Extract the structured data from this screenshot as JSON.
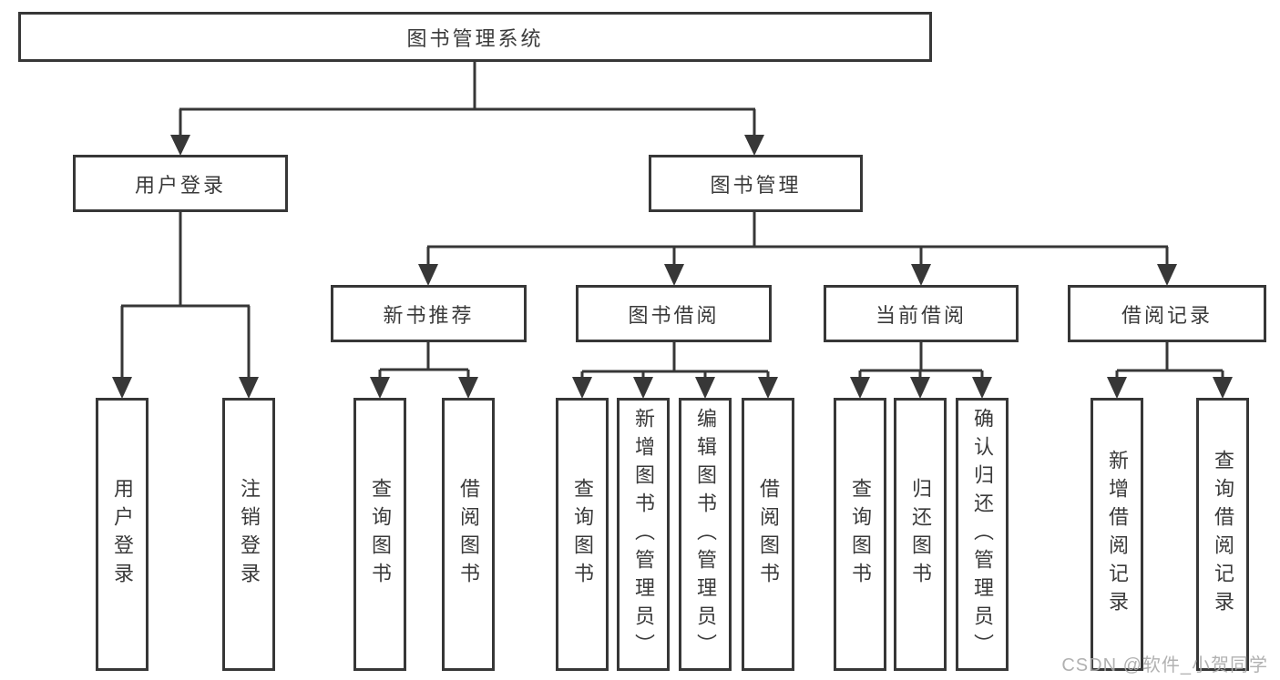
{
  "colors": {
    "line": "#373737",
    "box_background": "#ffffff",
    "text": "#3a3a3a",
    "watermark": "#a8a8a8"
  },
  "watermark": {
    "text": "CSDN @软件_小贺同学"
  },
  "tree": {
    "label": "图书管理系统",
    "children": [
      {
        "label": "用户登录",
        "children": [
          {
            "label": "用户登录"
          },
          {
            "label": "注销登录"
          }
        ]
      },
      {
        "label": "图书管理",
        "children": [
          {
            "label": "新书推荐",
            "children": [
              {
                "label": "查询图书"
              },
              {
                "label": "借阅图书"
              }
            ]
          },
          {
            "label": "图书借阅",
            "children": [
              {
                "label": "查询图书"
              },
              {
                "label": "新增图书（管理员）"
              },
              {
                "label": "编辑图书（管理员）"
              },
              {
                "label": "借阅图书"
              }
            ]
          },
          {
            "label": "当前借阅",
            "children": [
              {
                "label": "查询图书"
              },
              {
                "label": "归还图书"
              },
              {
                "label": "确认归还（管理员）"
              }
            ]
          },
          {
            "label": "借阅记录",
            "children": [
              {
                "label": "新增借阅记录"
              },
              {
                "label": "查询借阅记录"
              }
            ]
          }
        ]
      }
    ]
  }
}
